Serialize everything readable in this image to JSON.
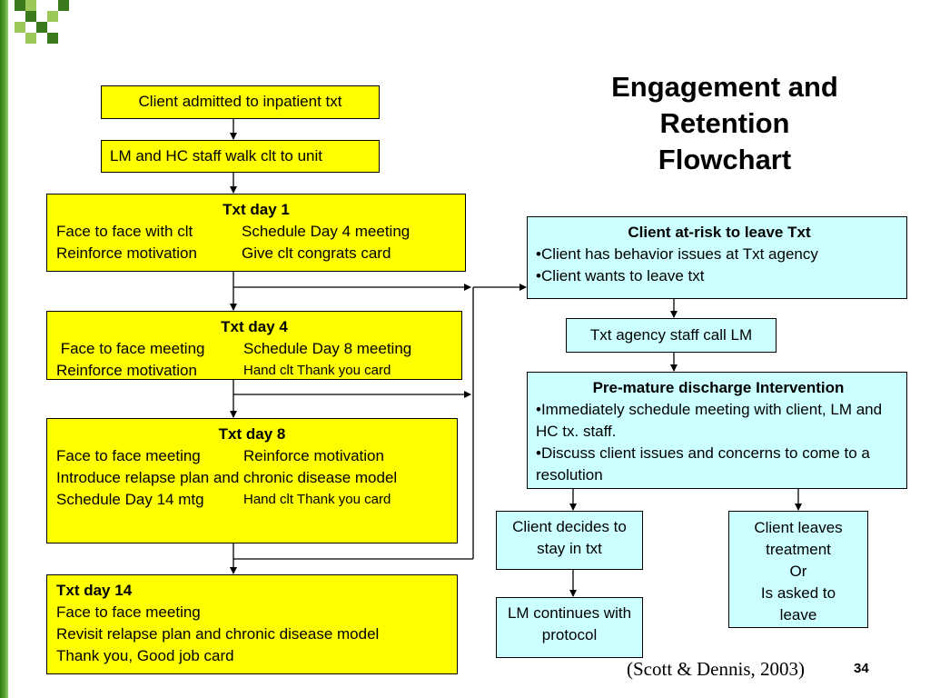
{
  "title": [
    "Engagement and",
    "Retention",
    "Flowchart"
  ],
  "boxes": {
    "admitted": "Client admitted to inpatient  txt",
    "walk": "LM and HC staff walk clt to unit",
    "day1": {
      "heading": "Txt day 1",
      "r1c1": "Face to face with clt",
      "r1c2": "Schedule Day 4 meeting",
      "r2c1": "Reinforce motivation",
      "r2c2": "Give clt congrats card"
    },
    "day4": {
      "heading": "Txt day 4",
      "r1c1": " Face to face meeting",
      "r1c2": "Schedule Day 8 meeting",
      "r2c1": "Reinforce motivation",
      "r2c2": "Hand clt Thank you card"
    },
    "day8": {
      "heading": "Txt day 8",
      "r1c1": "Face to face meeting",
      "r1c2": "Reinforce motivation",
      "line2": "Introduce relapse plan and chronic disease model",
      "r3c1": "Schedule Day 14 mtg",
      "r3c2": "Hand clt Thank you card"
    },
    "day14": {
      "heading": "Txt day 14",
      "lines": [
        "Face to face meeting",
        "Revisit relapse plan and chronic disease model",
        "Thank you, Good job card"
      ]
    },
    "atrisk": {
      "heading": "Client at-risk to leave Txt",
      "bullets": [
        "Client has behavior issues at Txt agency",
        "Client wants to leave txt"
      ]
    },
    "call": "Txt agency staff call LM",
    "intervention": {
      "heading": "Pre-mature discharge Intervention",
      "bullets": [
        "Immediately schedule meeting with client, LM and HC tx. staff.",
        "Discuss client issues and concerns to come to a resolution"
      ]
    },
    "stay": "Client decides to stay in txt",
    "continues": "LM continues with protocol",
    "leaves": [
      "Client leaves",
      "treatment",
      "Or",
      "Is asked to",
      "leave"
    ]
  },
  "citation": "(Scott & Dennis, 2003)",
  "page_number": "34",
  "colors": {
    "yellow": "#ffff00",
    "cyan": "#ccffff",
    "sidebar_green": "#3a7a1a"
  }
}
